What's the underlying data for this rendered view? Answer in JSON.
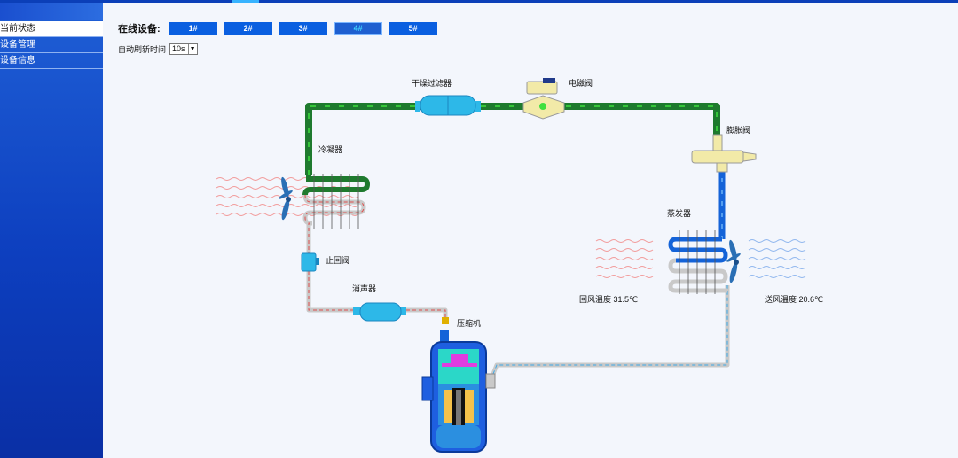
{
  "sidebar": {
    "items": [
      {
        "label": "当前状态",
        "active": true
      },
      {
        "label": "设备管理",
        "active": false
      },
      {
        "label": "设备信息",
        "active": false
      }
    ]
  },
  "devices": {
    "label": "在线设备:",
    "buttons": [
      "1#",
      "2#",
      "3#",
      "4#",
      "5#"
    ],
    "selected": "4#"
  },
  "refresh": {
    "label": "自动刷新时间",
    "value": "10s"
  },
  "components": {
    "dryer_filter": "干燥过滤器",
    "solenoid_valve": "电磁阀",
    "expansion_valve": "膨胀阀",
    "condenser": "冷凝器",
    "evaporator": "蒸发器",
    "check_valve": "止回阀",
    "muffler": "消声器",
    "compressor": "压缩机"
  },
  "readings": {
    "return_air": "回风温度  31.5℃",
    "supply_air": "送风温度  20.6℃"
  },
  "colors": {
    "liquid_line": "#1e7a2e",
    "suction_line": "#1463d8",
    "discharge_line": "#e05050",
    "component_blue": "#2db8e8",
    "valve_yellow": "#f2eaa8"
  }
}
